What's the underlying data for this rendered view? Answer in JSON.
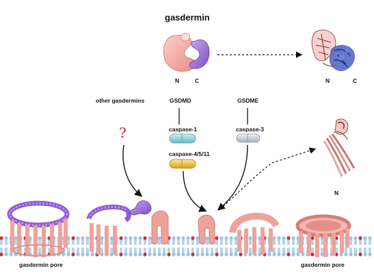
{
  "diagram": {
    "title": "gasdermin",
    "domain_labels": {
      "n": "N",
      "c": "C"
    },
    "struct_labels": {
      "n": "N",
      "c": "C"
    },
    "struct2_label": "N",
    "pathways": {
      "other": "other gasdermins",
      "gsdmd": "GSDMD",
      "gsdme": "GSDME"
    },
    "unknown_mark": "?",
    "caspases": {
      "c1": "caspase-1",
      "c4511": "caspase-4/5/11",
      "c3": "caspase-3"
    },
    "pore_labels": {
      "left": "gasdermin pore",
      "right": "gasdermin pore"
    }
  },
  "colors": {
    "n_domain": "#f0a9a0",
    "c_domain": "#9c6fd6",
    "caspase1": "#8fd0d8",
    "caspase4511": "#f1c24a",
    "caspase3": "#c8ccd8",
    "membrane_head": "#cc2a3c",
    "membrane_tail": "#7fb2cf",
    "question": "#c0282a"
  }
}
